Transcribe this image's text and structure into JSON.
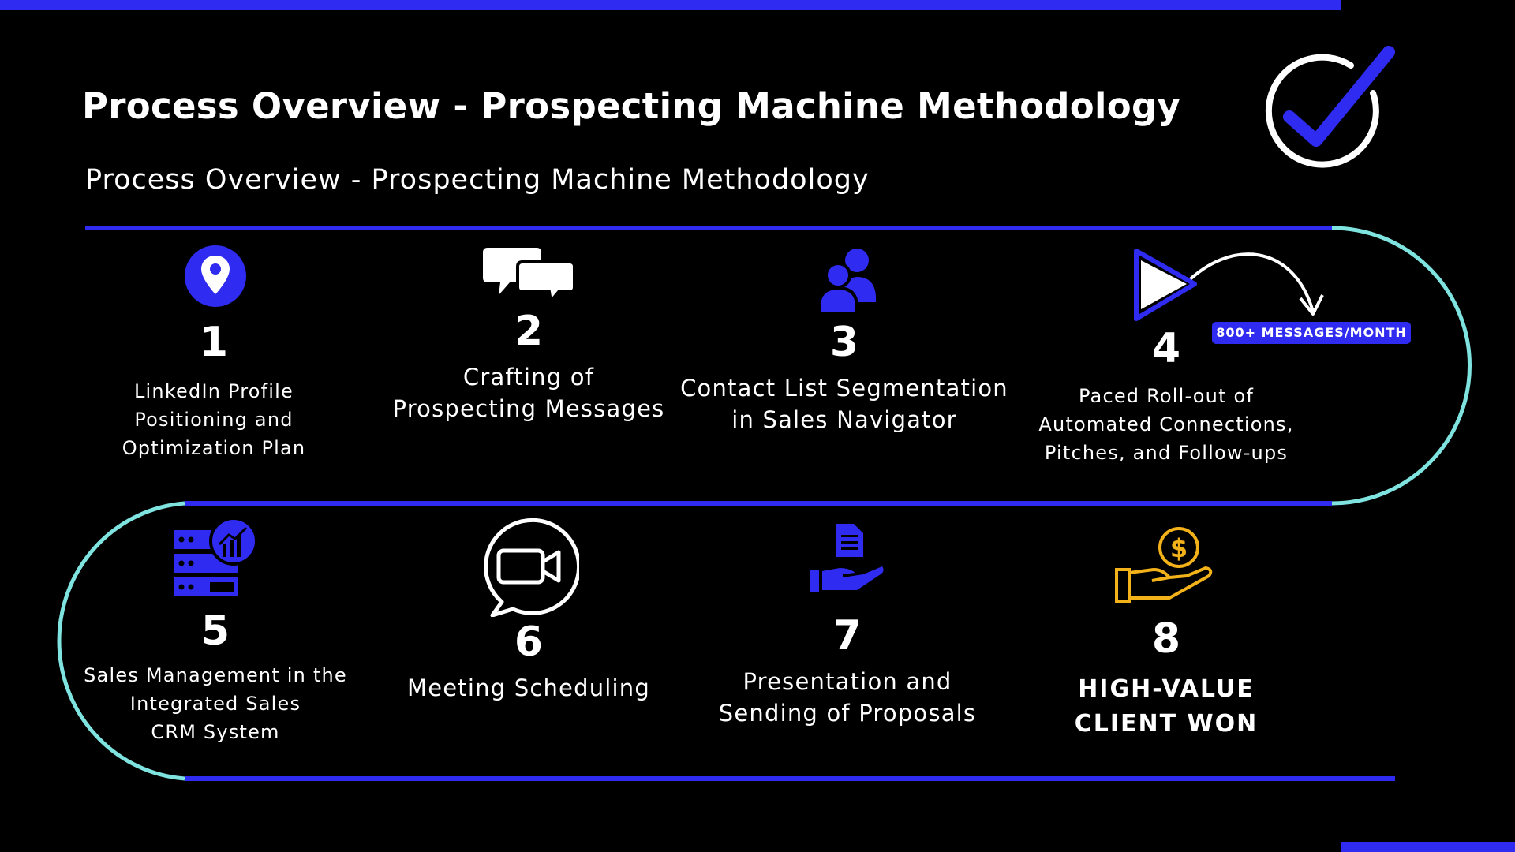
{
  "title": "Process Overview - Prospecting Machine Methodology",
  "subtitle": "Process Overview - Prospecting Machine Methodology",
  "colors": {
    "accent": "#2f2bf0",
    "curve": "#7fe3e0",
    "gold": "#f3b21a",
    "text": "#ffffff",
    "background": "#000000"
  },
  "badge": "800+ MESSAGES/MONTH",
  "steps": [
    {
      "number": "1",
      "lines": [
        "LinkedIn Profile",
        "Positioning and",
        "Optimization Plan"
      ],
      "icon": "location-pin-icon"
    },
    {
      "number": "2",
      "lines": [
        "Crafting of",
        "Prospecting Messages"
      ],
      "icon": "chat-bubbles-icon"
    },
    {
      "number": "3",
      "lines": [
        "Contact List Segmentation",
        "in Sales Navigator"
      ],
      "icon": "users-icon"
    },
    {
      "number": "4",
      "lines": [
        "Paced Roll-out of",
        "Automated Connections,",
        "Pitches, and Follow-ups"
      ],
      "icon": "play-icon"
    },
    {
      "number": "5",
      "lines": [
        "Sales Management in the",
        "Integrated Sales",
        "CRM System"
      ],
      "icon": "server-analytics-icon"
    },
    {
      "number": "6",
      "lines": [
        "Meeting Scheduling"
      ],
      "icon": "video-call-icon"
    },
    {
      "number": "7",
      "lines": [
        "Presentation and",
        "Sending of Proposals"
      ],
      "icon": "document-hand-icon"
    },
    {
      "number": "8",
      "lines": [
        "HIGH-VALUE",
        "CLIENT WON"
      ],
      "icon": "money-hand-icon"
    }
  ]
}
